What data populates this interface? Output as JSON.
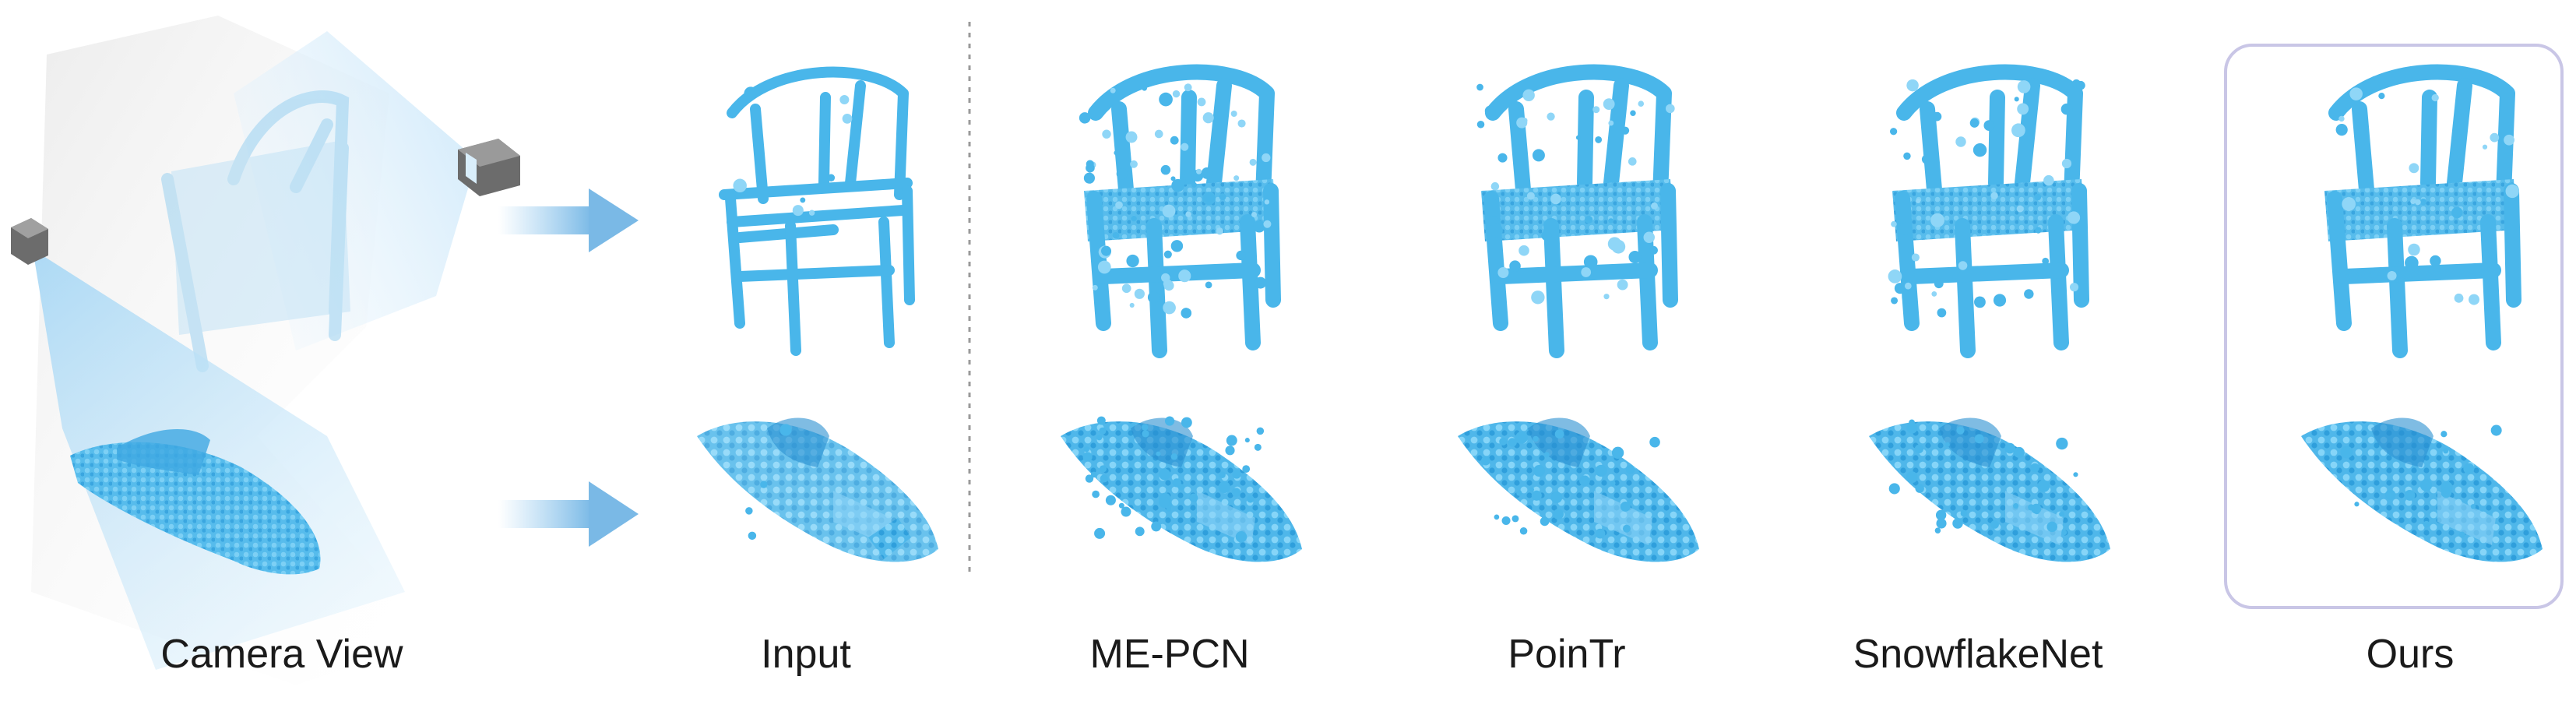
{
  "columns": [
    {
      "id": "camera",
      "label": "Camera View"
    },
    {
      "id": "input",
      "label": "Input"
    },
    {
      "id": "mepcn",
      "label": "ME-PCN"
    },
    {
      "id": "poiintr",
      "label": "PoinTr"
    },
    {
      "id": "snowflake",
      "label": "SnowflakeNet"
    },
    {
      "id": "ours",
      "label": "Ours"
    }
  ],
  "colors": {
    "point": "#49b6ea",
    "point_dark": "#2a8fd0",
    "point_light": "#8fd6f7",
    "arrow": "#8cc6ee",
    "divider": "#9a9a9a",
    "highlight_border": "#c9c6e6",
    "camera_body": "#5a5a5a"
  },
  "icons": [
    "camera-icon",
    "camera-icon",
    "arrow-right-icon",
    "arrow-right-icon"
  ]
}
